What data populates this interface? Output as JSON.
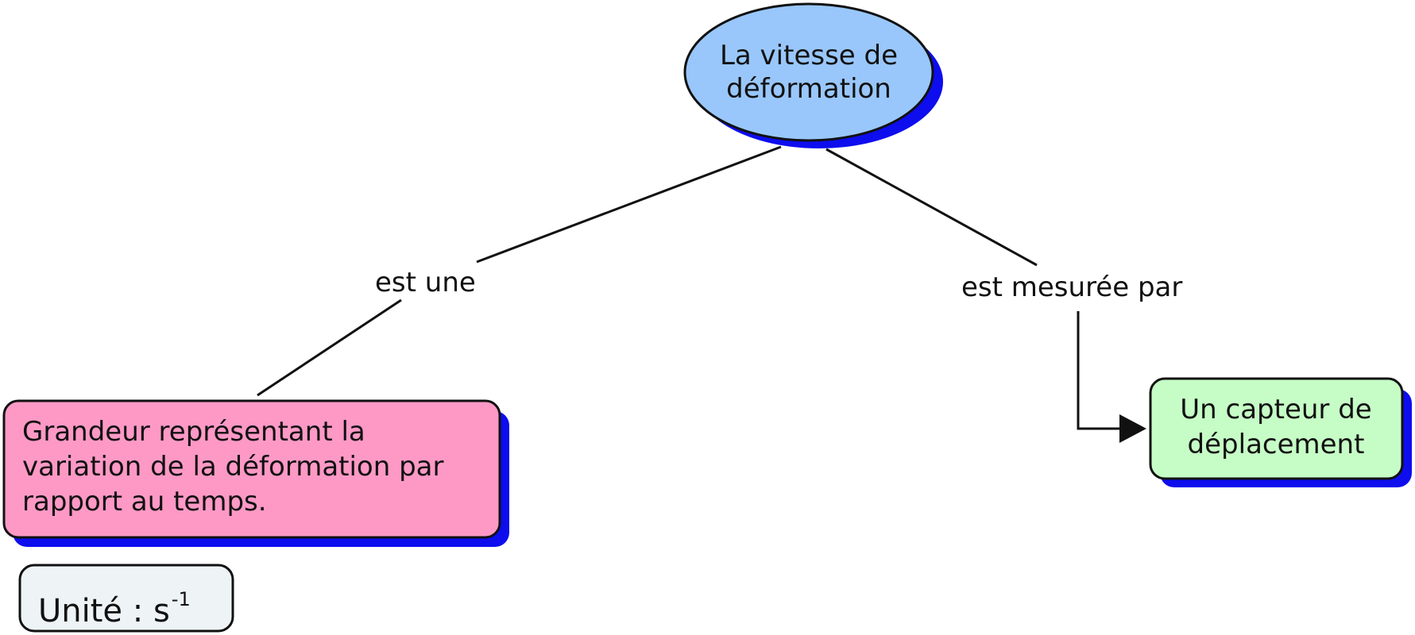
{
  "colors": {
    "root_fill": "#99c7fb",
    "definition_fill": "#fe99c6",
    "measure_fill": "#c6fdc6",
    "unit_fill": "#eef3f5",
    "shadow": "#0d0dee",
    "stroke": "#111111"
  },
  "nodes": {
    "root": {
      "line1": "La vitesse de",
      "line2": "déformation"
    },
    "definition": {
      "line1": "Grandeur représentant la",
      "line2": "variation de la déformation par",
      "line3": "rapport au temps."
    },
    "measure": {
      "line1": "Un capteur de",
      "line2": "déplacement"
    },
    "unit": {
      "label": "Unité :  s",
      "exponent": "-1"
    }
  },
  "links": {
    "left_label": "est une",
    "right_label": "est mesurée par"
  }
}
